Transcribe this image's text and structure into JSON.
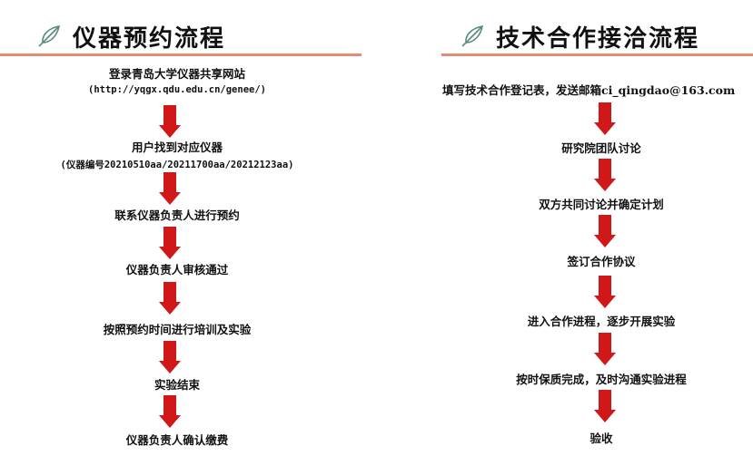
{
  "left": {
    "title": "仪器预约流程",
    "steps": [
      "登录青岛大学仪器共享网站",
      "用户找到对应仪器",
      "联系仪器负责人进行预约",
      "仪器负责人审核通过",
      "按照预约时间进行培训及实验",
      "实验结束",
      "仪器负责人确认缴费"
    ],
    "notes": [
      "(http://yqgx.qdu.edu.cn/genee/)",
      "(仪器编号20210510aa/20211700aa/20212123aa)"
    ]
  },
  "right": {
    "title": "技术合作接洽流程",
    "steps": [
      "填写技术合作登记表，发送邮箱ci_qingdao@163.com",
      "研究院团队讨论",
      "双方共同讨论并确定计划",
      "签订合作协议",
      "进入合作进程，逐步开展实验",
      "按时保质完成，及时沟通实验进程",
      "验收"
    ]
  },
  "colors": {
    "arrow": "#d01818",
    "rule": "#e58a74",
    "icon": "#5a8a82"
  },
  "icons": [
    "quill-icon"
  ]
}
